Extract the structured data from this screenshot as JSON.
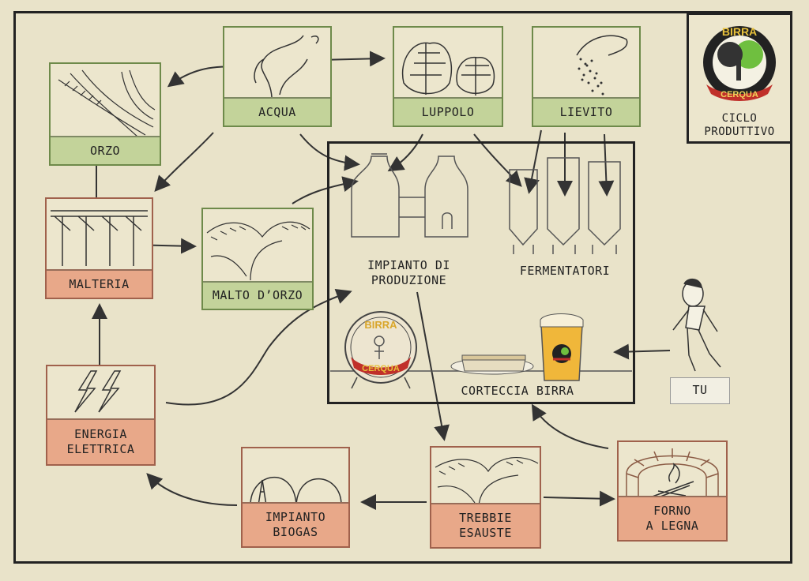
{
  "logo": {
    "top_text": "BIRRA",
    "bottom_text": "CERQUA",
    "caption": "CICLO\nPRODUTTIVO"
  },
  "nodes": {
    "acqua": "ACQUA",
    "luppolo": "LUPPOLO",
    "lievito": "LIEVITO",
    "orzo": "ORZO",
    "malteria": "MALTERIA",
    "malto": "MALTO D’ORZO",
    "energia": "ENERGIA\nELETTRICA",
    "biogas": "IMPIANTO\nBIOGAS",
    "trebbie": "TREBBIE\nESAUSTE",
    "forno": "FORNO\nA LEGNA",
    "tu": "TU"
  },
  "plant": {
    "impianto": "IMPIANTO DI\nPRODUZIONE",
    "fermentatori": "FERMENTATORI",
    "corteccia": "CORTECCIA BIRRA",
    "badge_top": "BIRRA",
    "badge_bottom": "CERQUA"
  },
  "colors": {
    "green_label": "#c3d39a",
    "red_label": "#e8a889",
    "paper": "#e9e3c9",
    "ink": "#222222"
  }
}
